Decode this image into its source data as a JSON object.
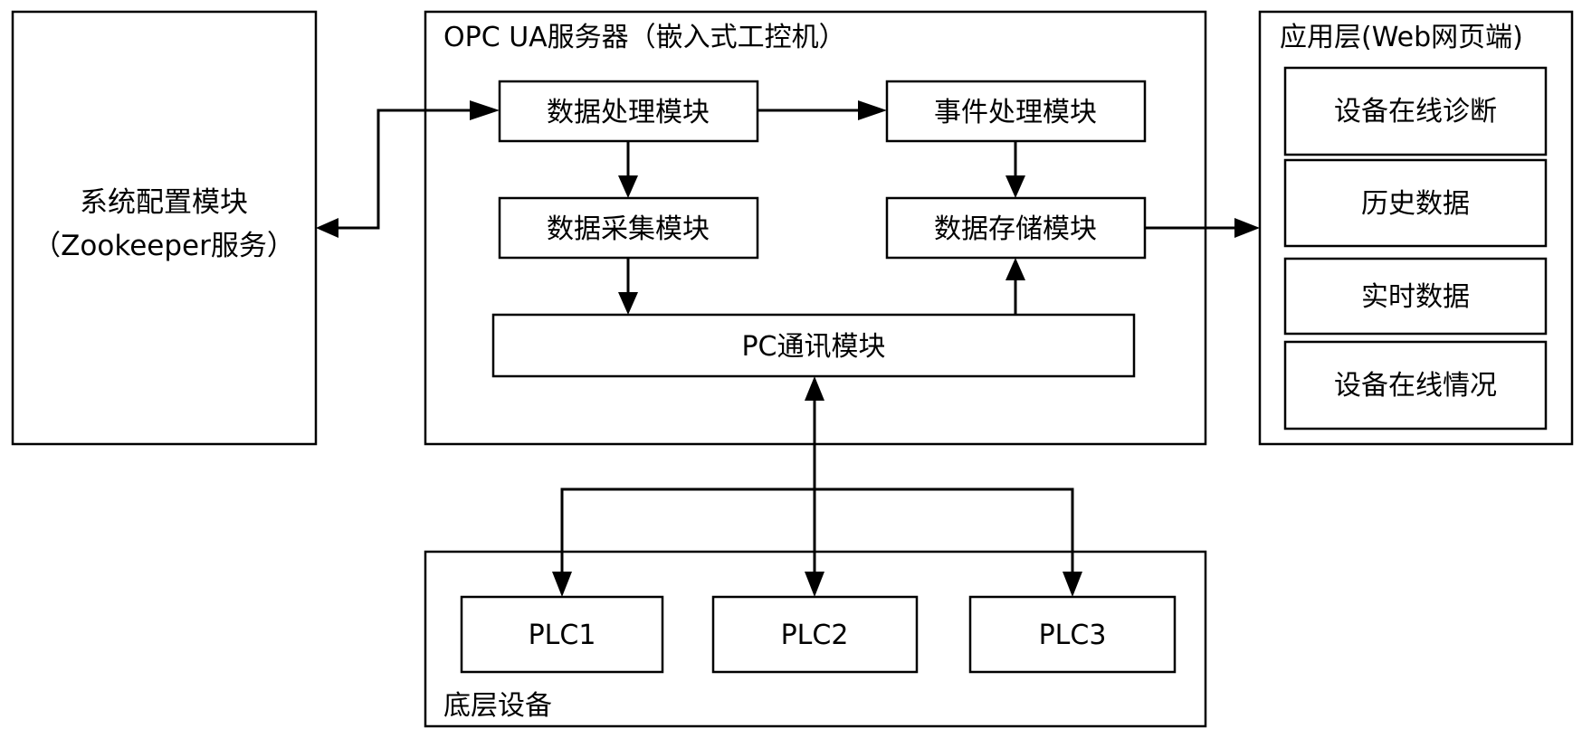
{
  "config_module": {
    "line1": "系统配置模块",
    "line2": "（Zookeeper服务）"
  },
  "opc_server": {
    "title": "OPC UA服务器（嵌入式工控机）",
    "modules": {
      "data_processing": "数据处理模块",
      "event_processing": "事件处理模块",
      "data_acquisition": "数据采集模块",
      "data_storage": "数据存储模块",
      "pc_communication": "PC通讯模块"
    }
  },
  "application_layer": {
    "title": "应用层(Web网页端)",
    "items": [
      "设备在线诊断",
      "历史数据",
      "实时数据",
      "设备在线情况"
    ]
  },
  "field_devices": {
    "title": "底层设备",
    "plcs": [
      "PLC1",
      "PLC2",
      "PLC3"
    ]
  }
}
